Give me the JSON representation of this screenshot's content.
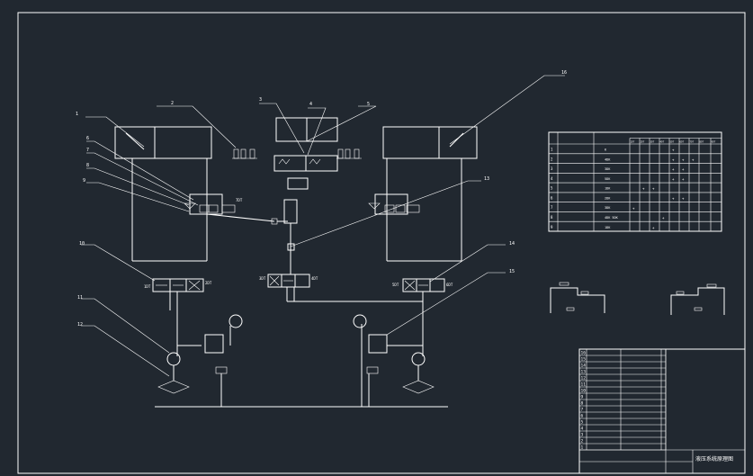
{
  "callouts": [
    "1",
    "2",
    "3",
    "4",
    "5",
    "6",
    "7",
    "8",
    "9",
    "10",
    "11",
    "12",
    "13",
    "14",
    "15",
    "16"
  ],
  "valve_labels": [
    "1DT",
    "2DT",
    "3DT",
    "4DT",
    "5DT",
    "6DT",
    "7DT"
  ],
  "table": {
    "header": [
      "",
      "",
      "",
      "1DT",
      "2DT",
      "3DT",
      "4DT",
      "5DT",
      "6DT",
      "7DT",
      "8DT",
      "9DT"
    ],
    "row_index": [
      "1",
      "2",
      "3",
      "4",
      "5",
      "6",
      "7",
      "8",
      "9"
    ],
    "row_codes": [
      "K",
      "4DK",
      "3DK",
      "5DK",
      "1DK",
      "2DK",
      "3DK",
      "4DK 5DK",
      "1DK"
    ],
    "mark": "+"
  },
  "title_block": {
    "row_nums": [
      "16",
      "15",
      "14",
      "13",
      "12",
      "11",
      "10",
      "9",
      "8",
      "7",
      "6",
      "5",
      "4",
      "3",
      "2",
      "1"
    ],
    "title_text": "液压系统原理图"
  },
  "colors": {
    "background": "#212830",
    "line": "#ffffff"
  }
}
